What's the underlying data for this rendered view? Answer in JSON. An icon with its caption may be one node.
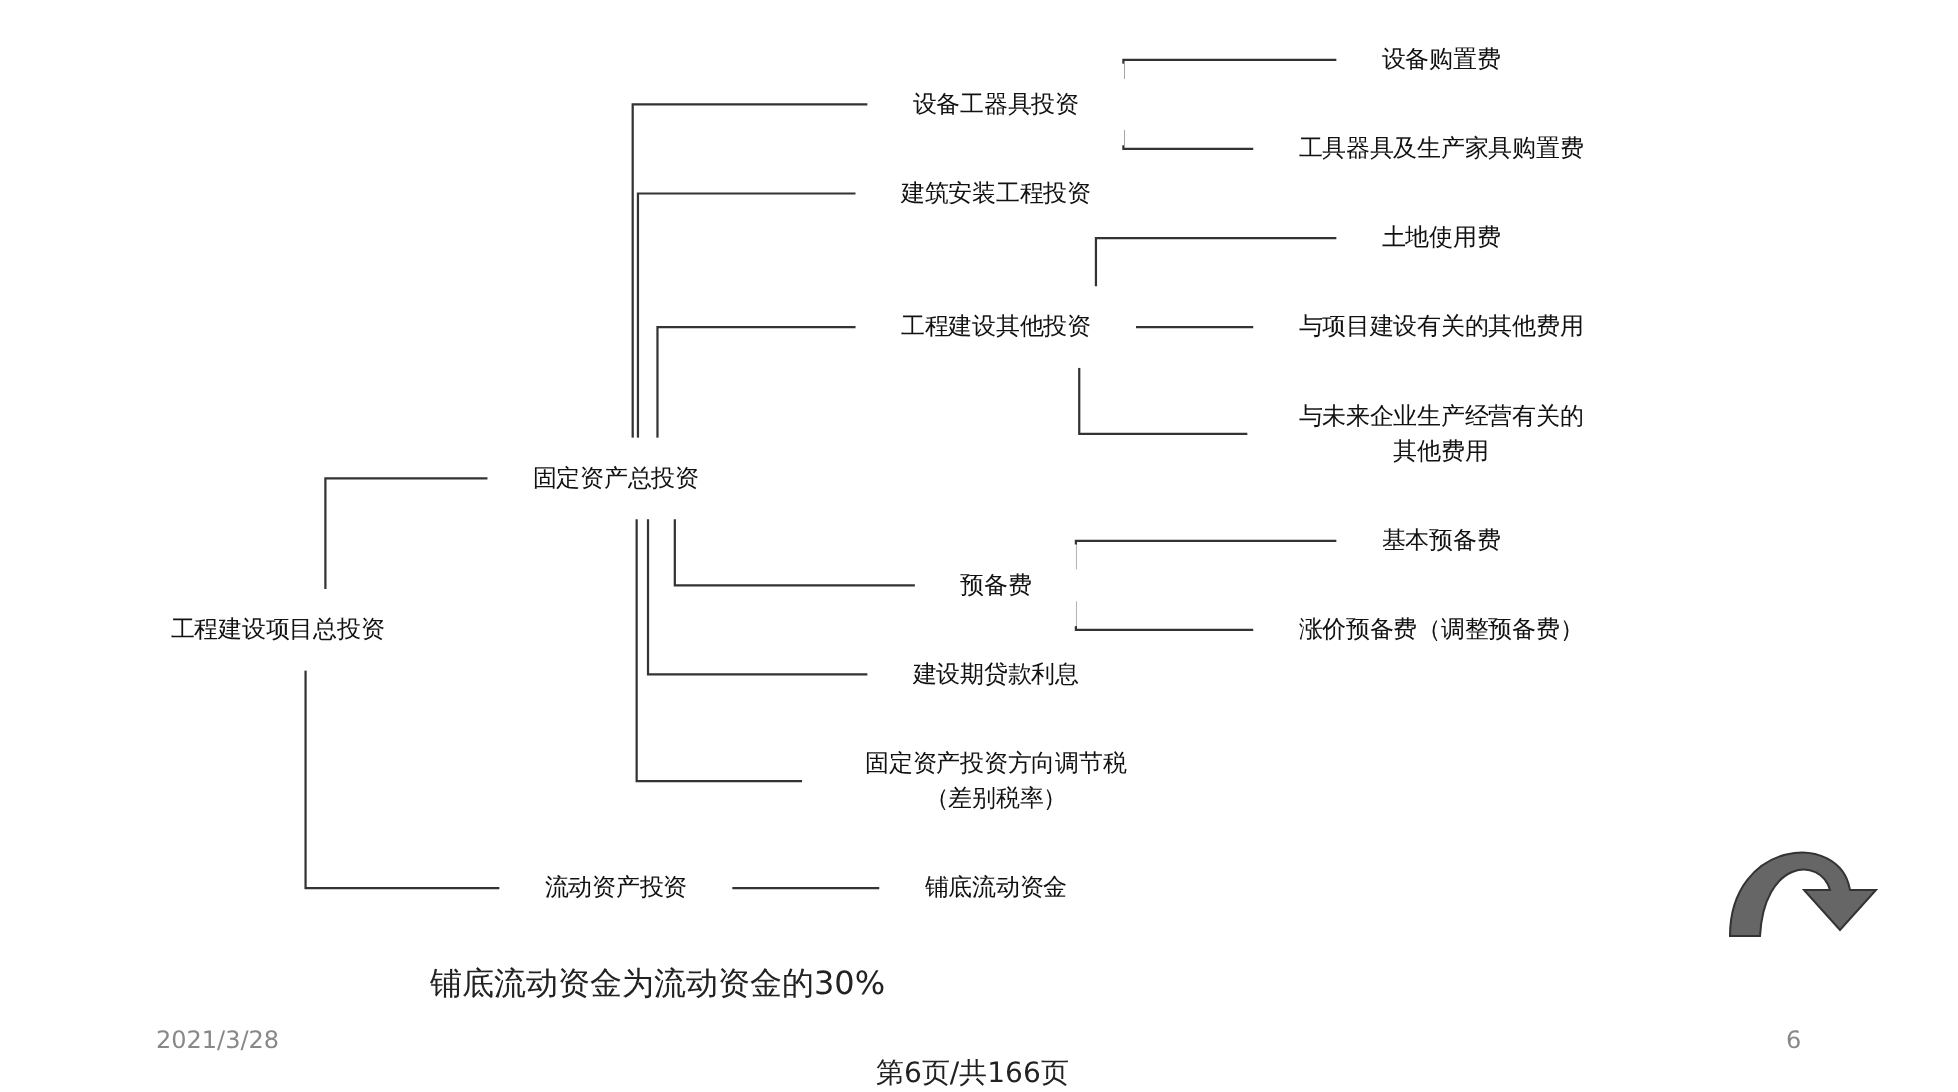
{
  "diagram": {
    "nodes": [
      {
        "text": [
          "工程建设项目总投资"
        ]
      },
      {
        "text": [
          "固定资产总投资"
        ]
      },
      {
        "text": [
          "设备工器具投资"
        ]
      },
      {
        "text": [
          "设备购置费"
        ]
      },
      {
        "text": [
          "工具器具及生产家具购置费"
        ]
      },
      {
        "text": [
          "建筑安装工程投资"
        ]
      },
      {
        "text": [
          "工程建设其他投资"
        ]
      },
      {
        "text": [
          "土地使用费"
        ]
      },
      {
        "text": [
          "与项目建设有关的其他费用"
        ]
      },
      {
        "text": [
          "与未来企业生产经营有关的其他费用"
        ]
      },
      {
        "text": [
          "预备费"
        ]
      },
      {
        "text": [
          "基本预备费"
        ]
      },
      {
        "text": [
          "涨价预备费（调整预备费）"
        ]
      },
      {
        "text": [
          "建设期贷款利息"
        ]
      },
      {
        "text": [
          "固定资产投资方向调节税（差别税率）"
        ]
      },
      {
        "text": [
          "流动资产投资"
        ]
      },
      {
        "text": [
          "铺底流动资金"
        ]
      }
    ],
    "edges": [
      {
        "from": 0,
        "to": 1,
        "arrow": "none"
      },
      {
        "from": 1,
        "to": 2,
        "arrow": "none"
      },
      {
        "from": 2,
        "to": 3,
        "arrow": "none"
      },
      {
        "from": 2,
        "to": 4,
        "arrow": "none"
      },
      {
        "from": 1,
        "to": 5,
        "arrow": "none"
      },
      {
        "from": 1,
        "to": 6,
        "arrow": "none"
      },
      {
        "from": 6,
        "to": 7,
        "arrow": "none"
      },
      {
        "from": 6,
        "to": 8,
        "arrow": "none"
      },
      {
        "from": 6,
        "to": 9,
        "arrow": "none"
      },
      {
        "from": 1,
        "to": 10,
        "arrow": "none"
      },
      {
        "from": 10,
        "to": 11,
        "arrow": "none"
      },
      {
        "from": 10,
        "to": 12,
        "arrow": "none"
      },
      {
        "from": 1,
        "to": 13,
        "arrow": "none"
      },
      {
        "from": 1,
        "to": 14,
        "arrow": "none"
      },
      {
        "from": 0,
        "to": 15,
        "arrow": "none"
      },
      {
        "from": 15,
        "to": 16,
        "arrow": "none"
      }
    ],
    "labels": [
      "铺底流动资金为流动资金的30%",
      "2021/3/28",
      "6",
      "第6页/共166页"
    ]
  }
}
